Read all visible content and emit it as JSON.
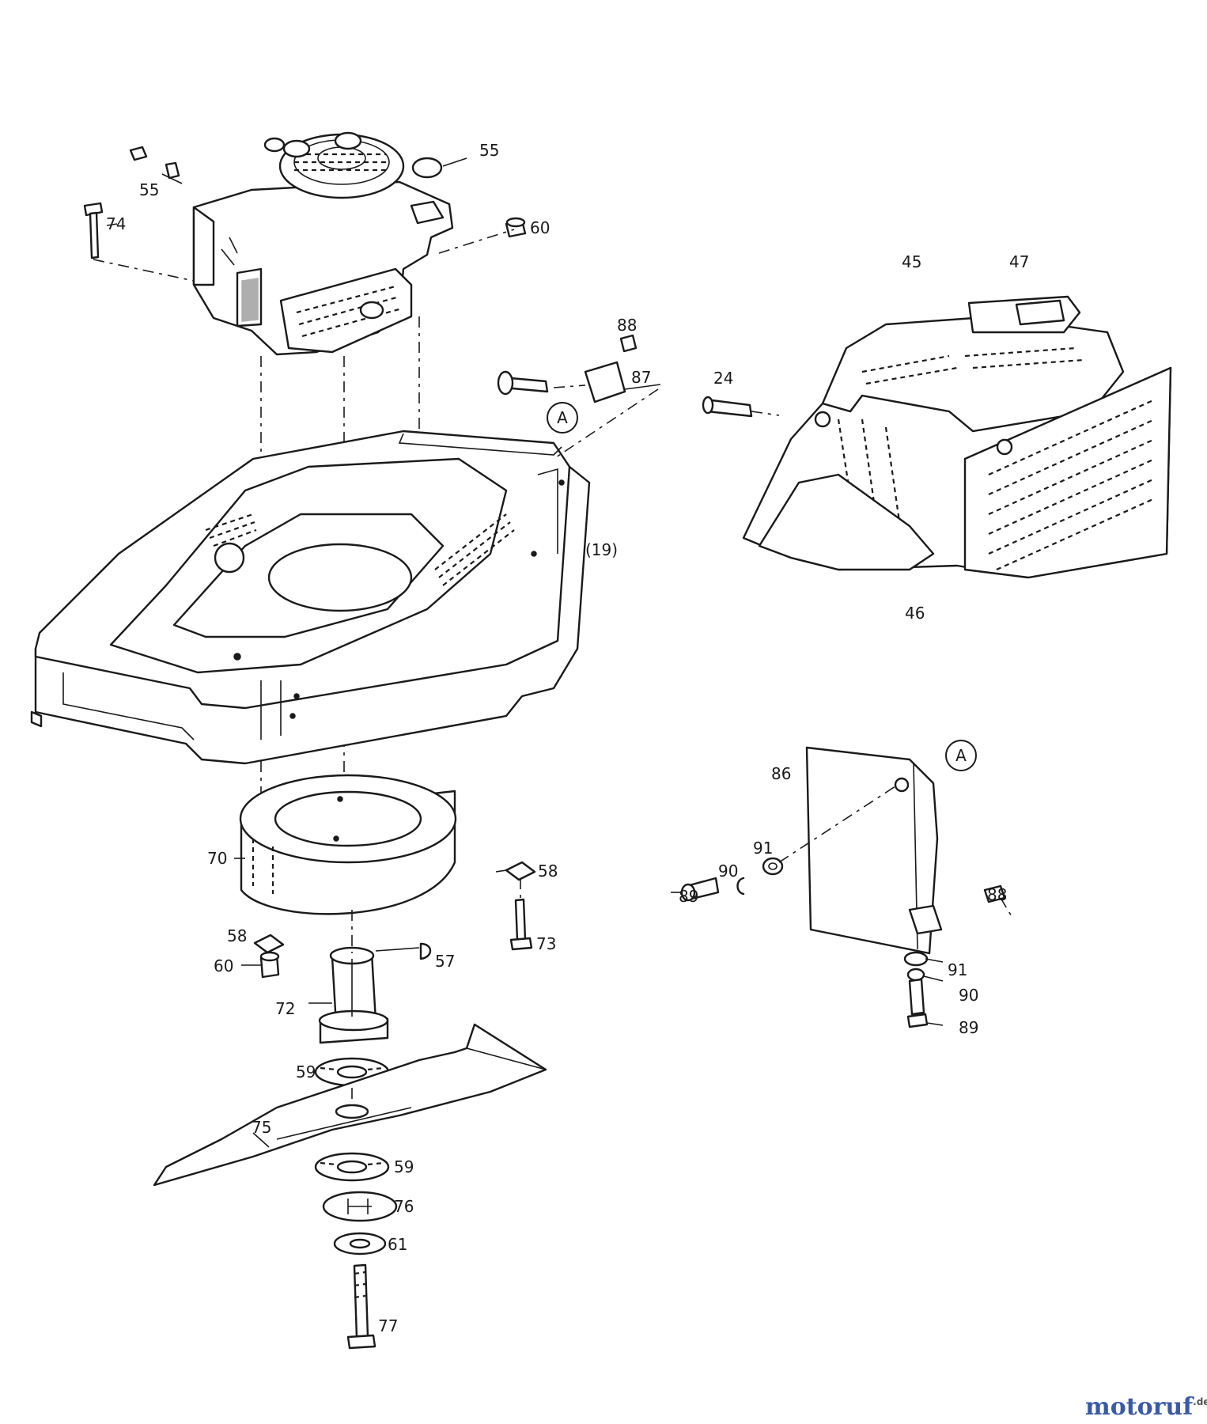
{
  "diagram": {
    "labels": {
      "p55a": "55",
      "p55b": "55",
      "p74": "74",
      "p60a": "60",
      "p88a": "88",
      "p87": "87",
      "p45": "45",
      "p47": "47",
      "p24": "24",
      "p19": "(19)",
      "p46": "46",
      "p86": "86",
      "p91a": "91",
      "p90a": "90",
      "p89a": "89",
      "p88b": "88",
      "p91b": "91",
      "p90b": "90",
      "p89b": "89",
      "p70": "70",
      "p58a": "58",
      "p73": "73",
      "p58b": "58",
      "p60b": "60",
      "p57": "57",
      "p72": "72",
      "p59a": "59",
      "p75": "75",
      "p59b": "59",
      "p76": "76",
      "p61": "61",
      "p77": "77"
    },
    "callouts": {
      "a1": "A",
      "a2": "A"
    }
  },
  "watermark": {
    "brand": "motoruf",
    "suffix": ".de",
    "colors": {
      "m": "#3a5aa8",
      "o": "#e2342a",
      "t": "#f0a81c",
      "u": "#2fa84f"
    }
  }
}
